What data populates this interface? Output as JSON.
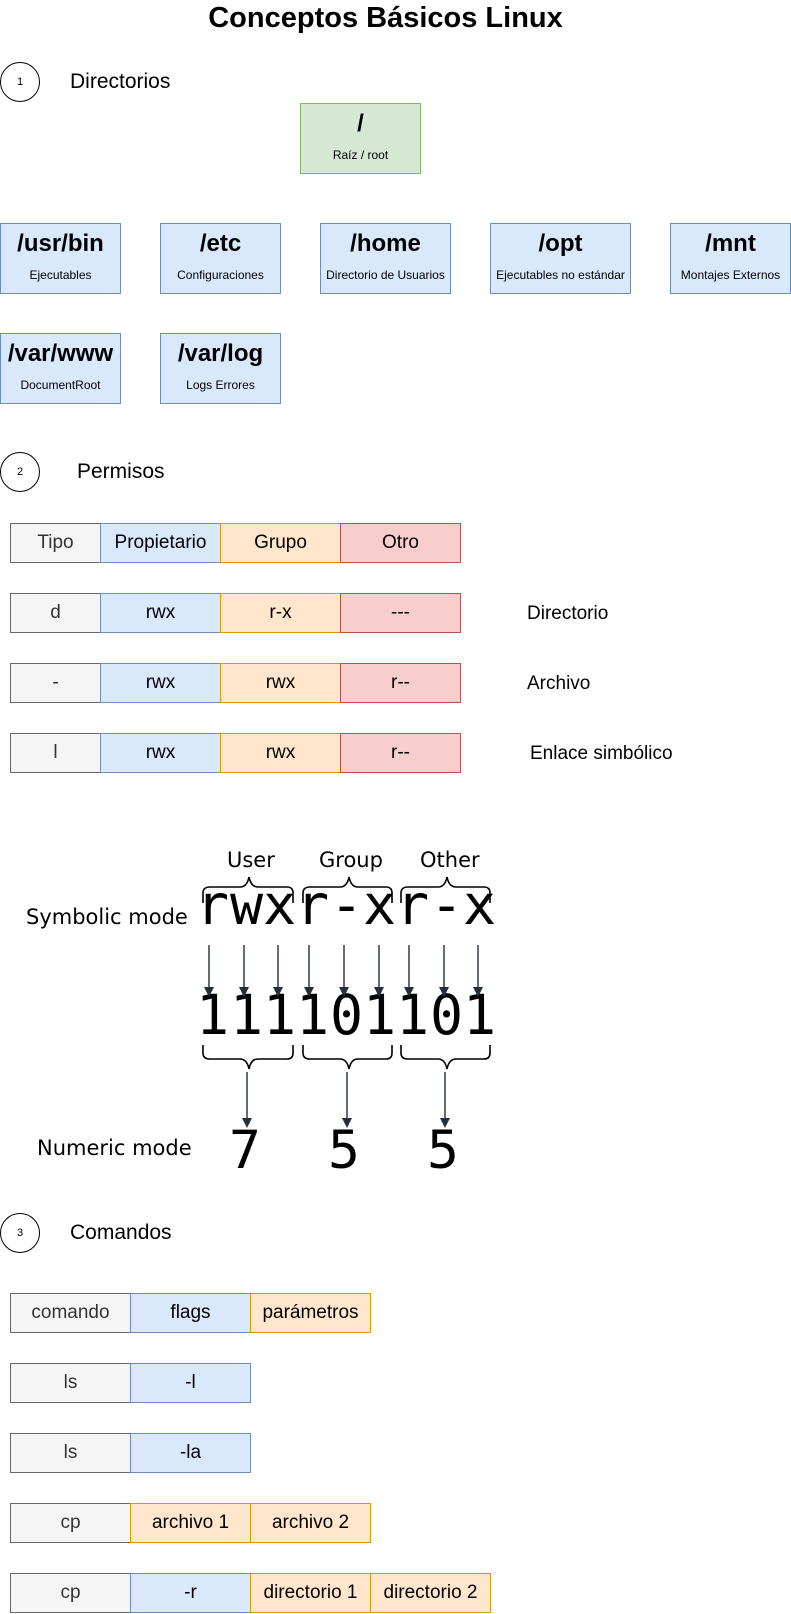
{
  "title": "Conceptos Básicos Linux",
  "sections": {
    "directories": {
      "number": "1",
      "label": "Directorios"
    },
    "permissions": {
      "number": "2",
      "label": "Permisos"
    },
    "commands": {
      "number": "3",
      "label": "Comandos"
    }
  },
  "directories": {
    "root": {
      "path": "/",
      "desc": "Raíz / root"
    },
    "usr_bin": {
      "path": "/usr/bin",
      "desc": "Ejecutables"
    },
    "etc": {
      "path": "/etc",
      "desc": "Configuraciones"
    },
    "home": {
      "path": "/home",
      "desc": "Directorio de Usuarios"
    },
    "opt": {
      "path": "/opt",
      "desc": "Ejecutables no estándar"
    },
    "mnt": {
      "path": "/mnt",
      "desc": "Montajes Externos"
    },
    "var_www": {
      "path": "/var/www",
      "desc": "DocumentRoot"
    },
    "var_log": {
      "path": "/var/log",
      "desc": "Logs Errores"
    }
  },
  "permissions": {
    "header": [
      "Tipo",
      "Propietario",
      "Grupo",
      "Otro"
    ],
    "rows": [
      {
        "cells": [
          "d",
          "rwx",
          "r-x",
          "---"
        ],
        "label": "Directorio"
      },
      {
        "cells": [
          "-",
          "rwx",
          "rwx",
          "r--"
        ],
        "label": "Archivo"
      },
      {
        "cells": [
          "l",
          "rwx",
          "rwx",
          "r--"
        ],
        "label": "Enlace simbólico"
      }
    ]
  },
  "modes": {
    "groups": [
      "User",
      "Group",
      "Other"
    ],
    "symbolic_label": "Symbolic mode",
    "numeric_label": "Numeric mode",
    "symbolic": [
      "r",
      "w",
      "x",
      "r",
      "-",
      "x",
      "r",
      "-",
      "x"
    ],
    "binary": [
      "1",
      "1",
      "1",
      "1",
      "0",
      "1",
      "1",
      "0",
      "1"
    ],
    "numeric": [
      "7",
      "5",
      "5"
    ]
  },
  "commands": {
    "header": [
      "comando",
      "flags",
      "parámetros"
    ],
    "rows": [
      [
        "ls",
        "-l"
      ],
      [
        "ls",
        "-la"
      ],
      [
        "cp",
        "archivo 1",
        "archivo 2"
      ],
      [
        "cp",
        "-r",
        "directorio 1",
        "directorio 2"
      ]
    ]
  },
  "colors": {
    "gray_fill": "#f5f5f5",
    "gray_border": "#666666",
    "blue_fill": "#dae8fc",
    "blue_border": "#6c8ebf",
    "orange_fill": "#ffe6cc",
    "orange_border": "#d79b00",
    "red_fill": "#f8cecc",
    "red_border": "#b85450",
    "green_fill": "#d5e8d4",
    "green_border": "#82b366",
    "arrow": "#23303a"
  }
}
